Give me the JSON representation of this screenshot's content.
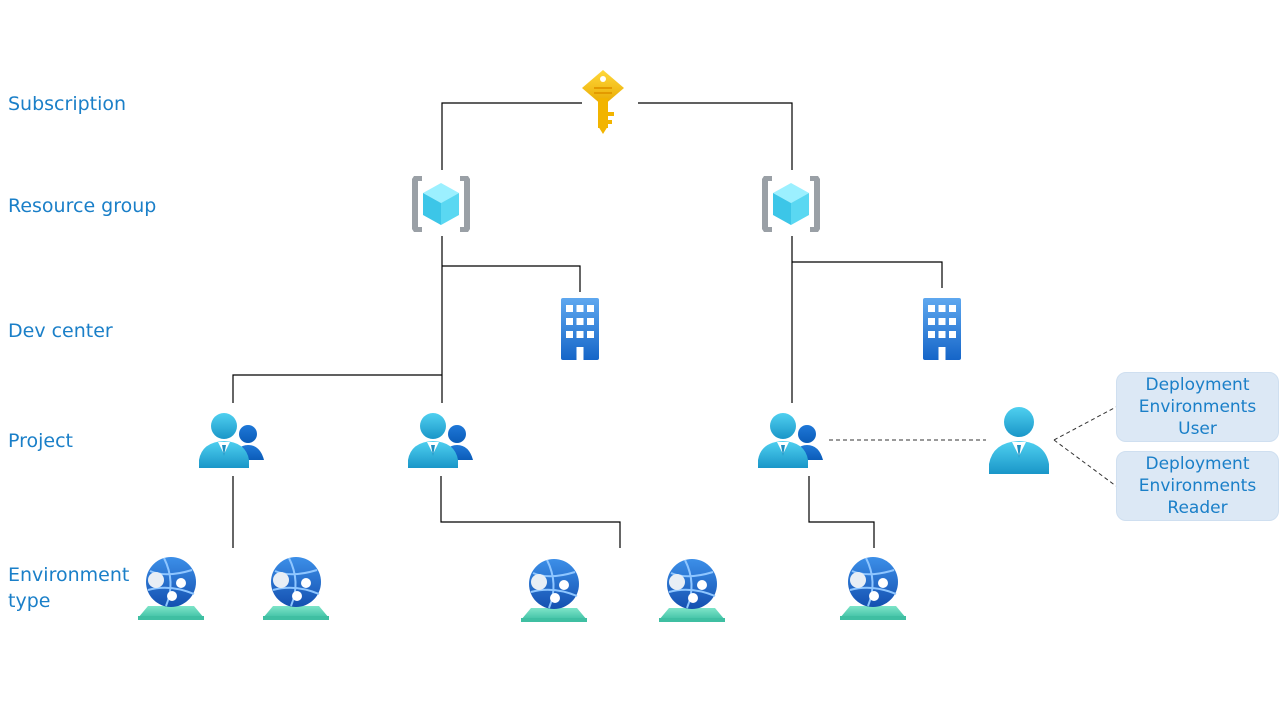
{
  "levels": {
    "subscription": "Subscription",
    "resource_group": "Resource group",
    "dev_center": "Dev center",
    "project": "Project",
    "environment_type_line1": "Environment",
    "environment_type_line2": "type"
  },
  "roles": [
    {
      "label": "Deployment Environments User"
    },
    {
      "label": "Deployment Environments Reader"
    }
  ],
  "icons": {
    "subscription": "key-icon",
    "resource_group": "resource-group-icon",
    "dev_center": "building-icon",
    "project": "project-users-icon",
    "user": "user-icon",
    "environment_type": "environment-globe-icon"
  },
  "colors": {
    "label_text": "#1a7fc8",
    "role_box_fill": "#dce8f5",
    "connector_line": "#000000",
    "key": "#f5c518",
    "cube": "#5dd6f0",
    "building": "#2f8ee0",
    "person": "#32b5e0",
    "globe": "#1f6fd1",
    "base": "#5fd3b8"
  }
}
